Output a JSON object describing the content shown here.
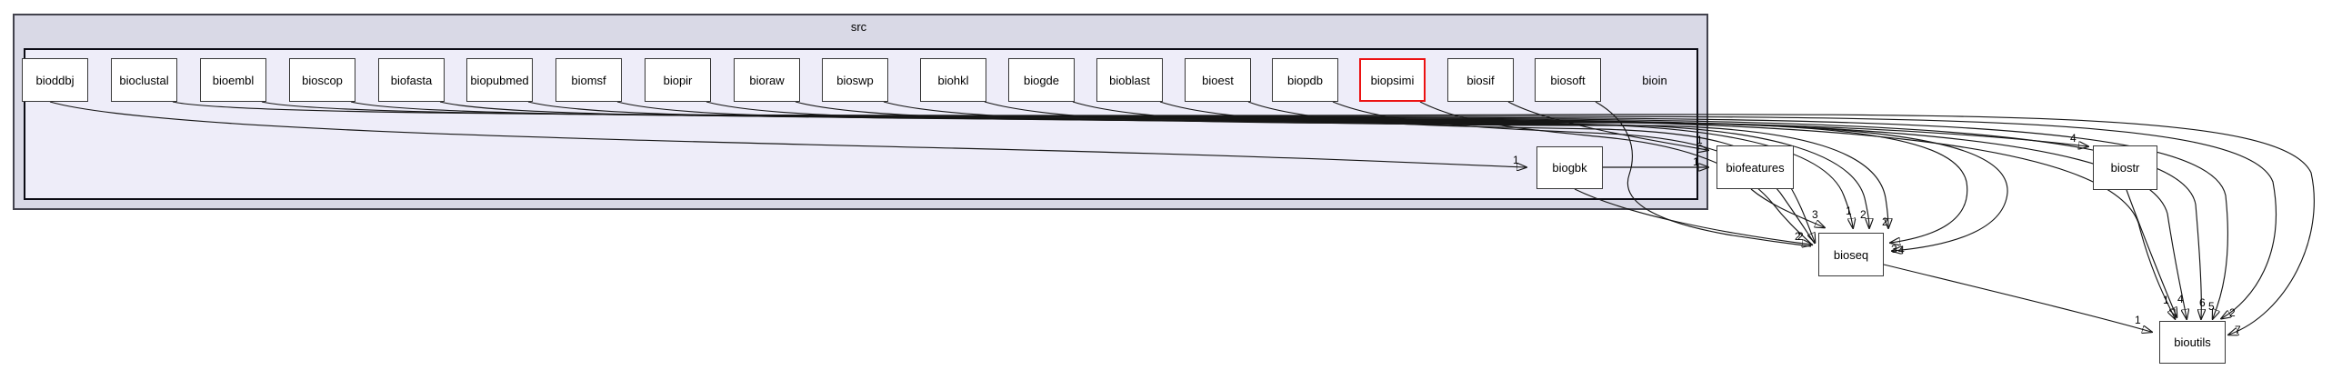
{
  "diagram": {
    "clusters": {
      "outer": "src",
      "inner": "bioin"
    },
    "directories": [
      {
        "name": "bioddbj"
      },
      {
        "name": "bioclustal"
      },
      {
        "name": "bioembl"
      },
      {
        "name": "bioscop"
      },
      {
        "name": "biofasta"
      },
      {
        "name": "biopubmed"
      },
      {
        "name": "biomsf"
      },
      {
        "name": "biopir"
      },
      {
        "name": "bioraw"
      },
      {
        "name": "bioswp"
      },
      {
        "name": "biohkl"
      },
      {
        "name": "biogde"
      },
      {
        "name": "bioblast"
      },
      {
        "name": "bioest"
      },
      {
        "name": "biopdb"
      },
      {
        "name": "biopsimi",
        "highlighted": true
      },
      {
        "name": "biosif"
      },
      {
        "name": "biosoft"
      }
    ],
    "other_nodes": [
      {
        "id": "biogbk",
        "label": "biogbk"
      },
      {
        "id": "biofeatures",
        "label": "biofeatures"
      },
      {
        "id": "biostr",
        "label": "biostr"
      },
      {
        "id": "bioseq",
        "label": "bioseq"
      },
      {
        "id": "bioutils",
        "label": "bioutils"
      }
    ],
    "edge_labels": [
      {
        "id": "el-gbk-in",
        "text": "1"
      },
      {
        "id": "el-feat-1",
        "text": "1"
      },
      {
        "id": "el-feat-2",
        "text": "1"
      },
      {
        "id": "el-str",
        "text": "4"
      },
      {
        "id": "el-seq-t3",
        "text": "3"
      },
      {
        "id": "el-seq-t1",
        "text": "1"
      },
      {
        "id": "el-seq-t2a",
        "text": "2"
      },
      {
        "id": "el-seq-t2b",
        "text": "2"
      },
      {
        "id": "el-seq-l2a",
        "text": "2"
      },
      {
        "id": "el-seq-l2b",
        "text": "2"
      },
      {
        "id": "el-seq-r3",
        "text": "3"
      },
      {
        "id": "el-seq-r4",
        "text": "4"
      },
      {
        "id": "el-utl-l1",
        "text": "1"
      },
      {
        "id": "el-utl-1",
        "text": "1"
      },
      {
        "id": "el-utl-4",
        "text": "4"
      },
      {
        "id": "el-utl-6",
        "text": "6"
      },
      {
        "id": "el-utl-5",
        "text": "5"
      },
      {
        "id": "el-utl-2",
        "text": "2"
      },
      {
        "id": "el-utl-7",
        "text": "7"
      }
    ],
    "colors": {
      "outer_fill": "#d9d9e6",
      "inner_fill": "#eeedf9",
      "node_fill": "#ffffff",
      "node_border": "#383838",
      "highlight_border": "#ec1212",
      "edge": "#161616",
      "cluster_outer_border": "#43434d",
      "cluster_inner_border": "#0b0b14",
      "text": "#000000"
    }
  }
}
